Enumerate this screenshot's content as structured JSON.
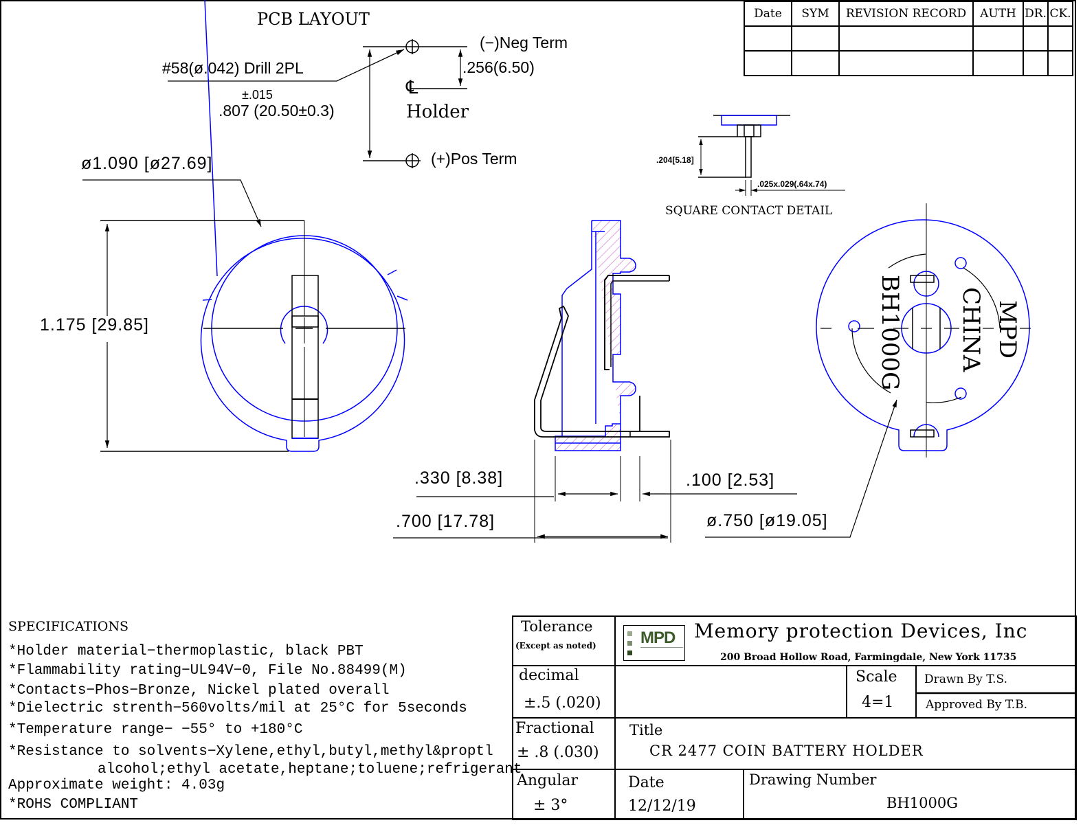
{
  "revision_table": {
    "headers": [
      "Date",
      "SYM",
      "REVISION RECORD",
      "AUTH",
      "DR.",
      "CK."
    ],
    "rows": [
      [
        "",
        "",
        "",
        "",
        "",
        ""
      ],
      [
        "",
        "",
        "",
        "",
        "",
        ""
      ]
    ]
  },
  "pcb_layout": {
    "title": "PCB LAYOUT",
    "drill_note": "#58(ø.042) Drill 2PL",
    "neg_term": "(−)Neg Term",
    "pos_term": "(+)Pos Term",
    "offset_dim": ".256(6.50)",
    "centerline_symbol": "℄",
    "centerline_label": "Holder",
    "tolerance": "±.015",
    "spacing_dim": ".807 (20.50±0.3)"
  },
  "square_contact_detail": {
    "title": "SQUARE CONTACT DETAIL",
    "height_dim": ".204[5.18]",
    "pin_size_dim": ".025x.029(.64x.74)"
  },
  "top_view": {
    "diameter_dim": "ø1.090 [ø27.69]",
    "height_dim": "1.175 [29.85]"
  },
  "side_view": {
    "dim_330": ".330 [8.38]",
    "dim_100": ".100 [2.53]",
    "dim_700": ".700 [17.78]"
  },
  "bottom_view": {
    "marking_left": "BH1000G",
    "marking_right_1": "CHINA",
    "marking_right_2": "MPD",
    "diameter_dim": "ø.750 [ø19.05]"
  },
  "specifications": {
    "heading": "SPECIFICATIONS",
    "lines": [
      "*Holder material−thermoplastic, black PBT",
      "*Flammability rating−UL94V−0, File No.88499(M)",
      "*Contacts−Phos−Bronze, Nickel plated overall",
      "*Dielectric strenth−560volts/mil at 25°C for 5seconds",
      "*Temperature range− −55° to +180°C",
      "*Resistance to solvents−Xylene,ethyl,butyl,methyl&proptl",
      "alcohol;ethyl acetate,heptane;toluene;refrigerant",
      "Approximate weight: 4.03g",
      "*ROHS COMPLIANT"
    ]
  },
  "title_block": {
    "tolerance_label": "Tolerance",
    "tolerance_note": "(Except as noted)",
    "logo_text": "MPD",
    "company": "Memory protection Devices, Inc",
    "address": "200 Broad Hollow Road, Farmingdale, New York 11735",
    "decimal_label": "decimal",
    "decimal_value": "±.5 (.020)",
    "scale_label": "Scale",
    "scale_value": "4=1",
    "drawn_by": "Drawn By  T.S.",
    "approved_by": "Approved By T.B.",
    "fractional_label": "Fractional",
    "fractional_value": "± .8 (.030)",
    "title_label": "Title",
    "title_value": "CR 2477 COIN BATTERY HOLDER",
    "angular_label": "Angular",
    "angular_value": "± 3°",
    "date_label": "Date",
    "date_value": "12/12/19",
    "drawing_number_label": "Drawing Number",
    "drawing_number_value": "BH1000G"
  },
  "colors": {
    "outline": "#0000ff",
    "hatch": "#cc66cc",
    "ink": "#000000",
    "logo_green": "#3d5a2b"
  }
}
